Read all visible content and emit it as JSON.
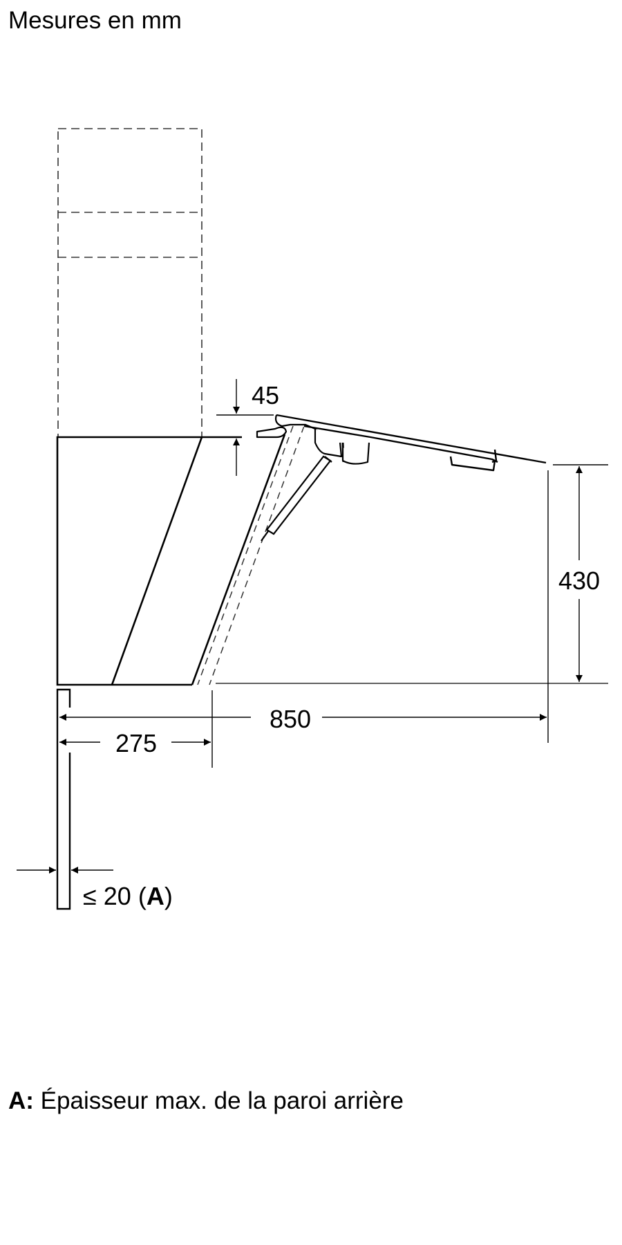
{
  "header": {
    "title": "Mesures en mm"
  },
  "dimensions": {
    "lid_gap": "45",
    "height": "430",
    "total_depth": "850",
    "cabinet_depth": "275",
    "wall_thickness_symbol": "≤",
    "wall_thickness_value": "20",
    "wall_thickness_ref_open": "(",
    "wall_thickness_ref": "A",
    "wall_thickness_ref_close": ")"
  },
  "legend": {
    "key": "A:",
    "text": "Épaisseur max. de la paroi arrière"
  },
  "colors": {
    "line": "#000000",
    "dashed": "#333333",
    "background": "#ffffff"
  }
}
